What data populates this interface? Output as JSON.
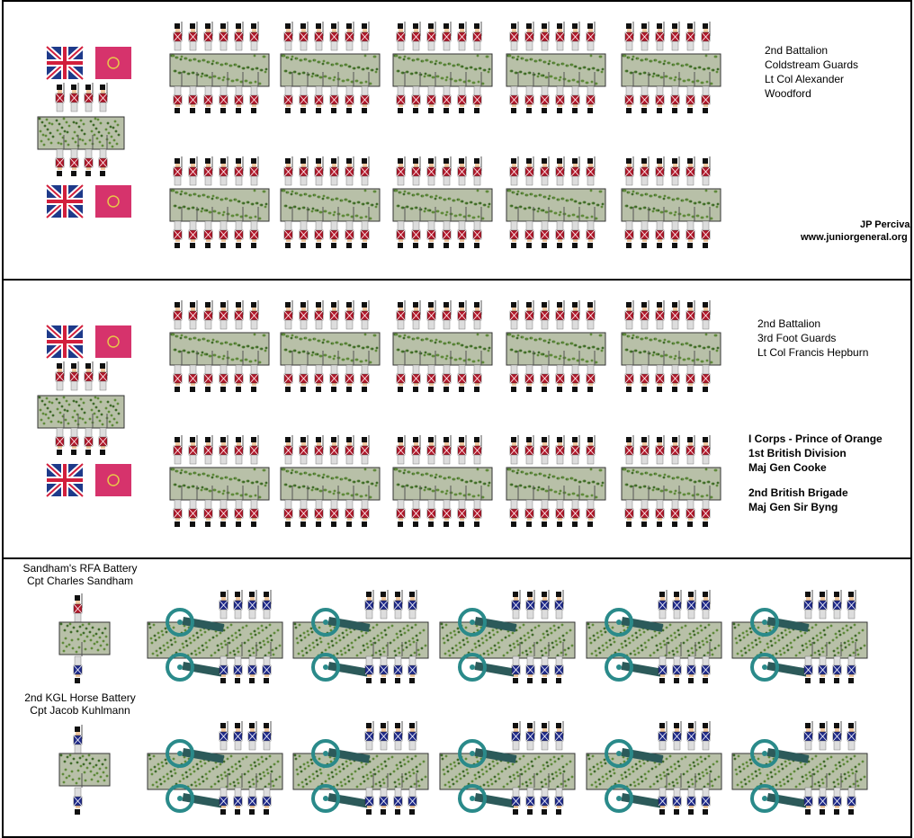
{
  "panels": {
    "guards1": {
      "lines": [
        "2nd Battalion",
        "Coldstream Guards",
        "Lt Col Alexander",
        "Woodford"
      ],
      "credit": [
        "JP Perciva",
        "www.juniorgeneral.org"
      ]
    },
    "guards3": {
      "lines": [
        "2nd Battalion",
        "3rd Foot Guards",
        "Lt Col Francis Hepburn"
      ],
      "corps": [
        "I Corps - Prince of Orange",
        "1st British Division",
        "Maj Gen Cooke"
      ],
      "brigade": [
        "2nd British Brigade",
        "Maj Gen Sir Byng"
      ]
    },
    "artillery": {
      "battery1": [
        "Sandham's RFA Battery",
        "Cpt Charles Sandham"
      ],
      "battery2": [
        "2nd KGL Horse Battery",
        "Cpt Jacob Kuhlmann"
      ]
    }
  },
  "colors": {
    "redcoat": "#b2182b",
    "bluecoat": "#1f2a8a",
    "base": "#b8c0a8",
    "cannon": "#2a8a8a",
    "flag_blue": "#1e3a8a",
    "flag_red": "#d21f3c",
    "flag_crimson": "#d6336c"
  }
}
